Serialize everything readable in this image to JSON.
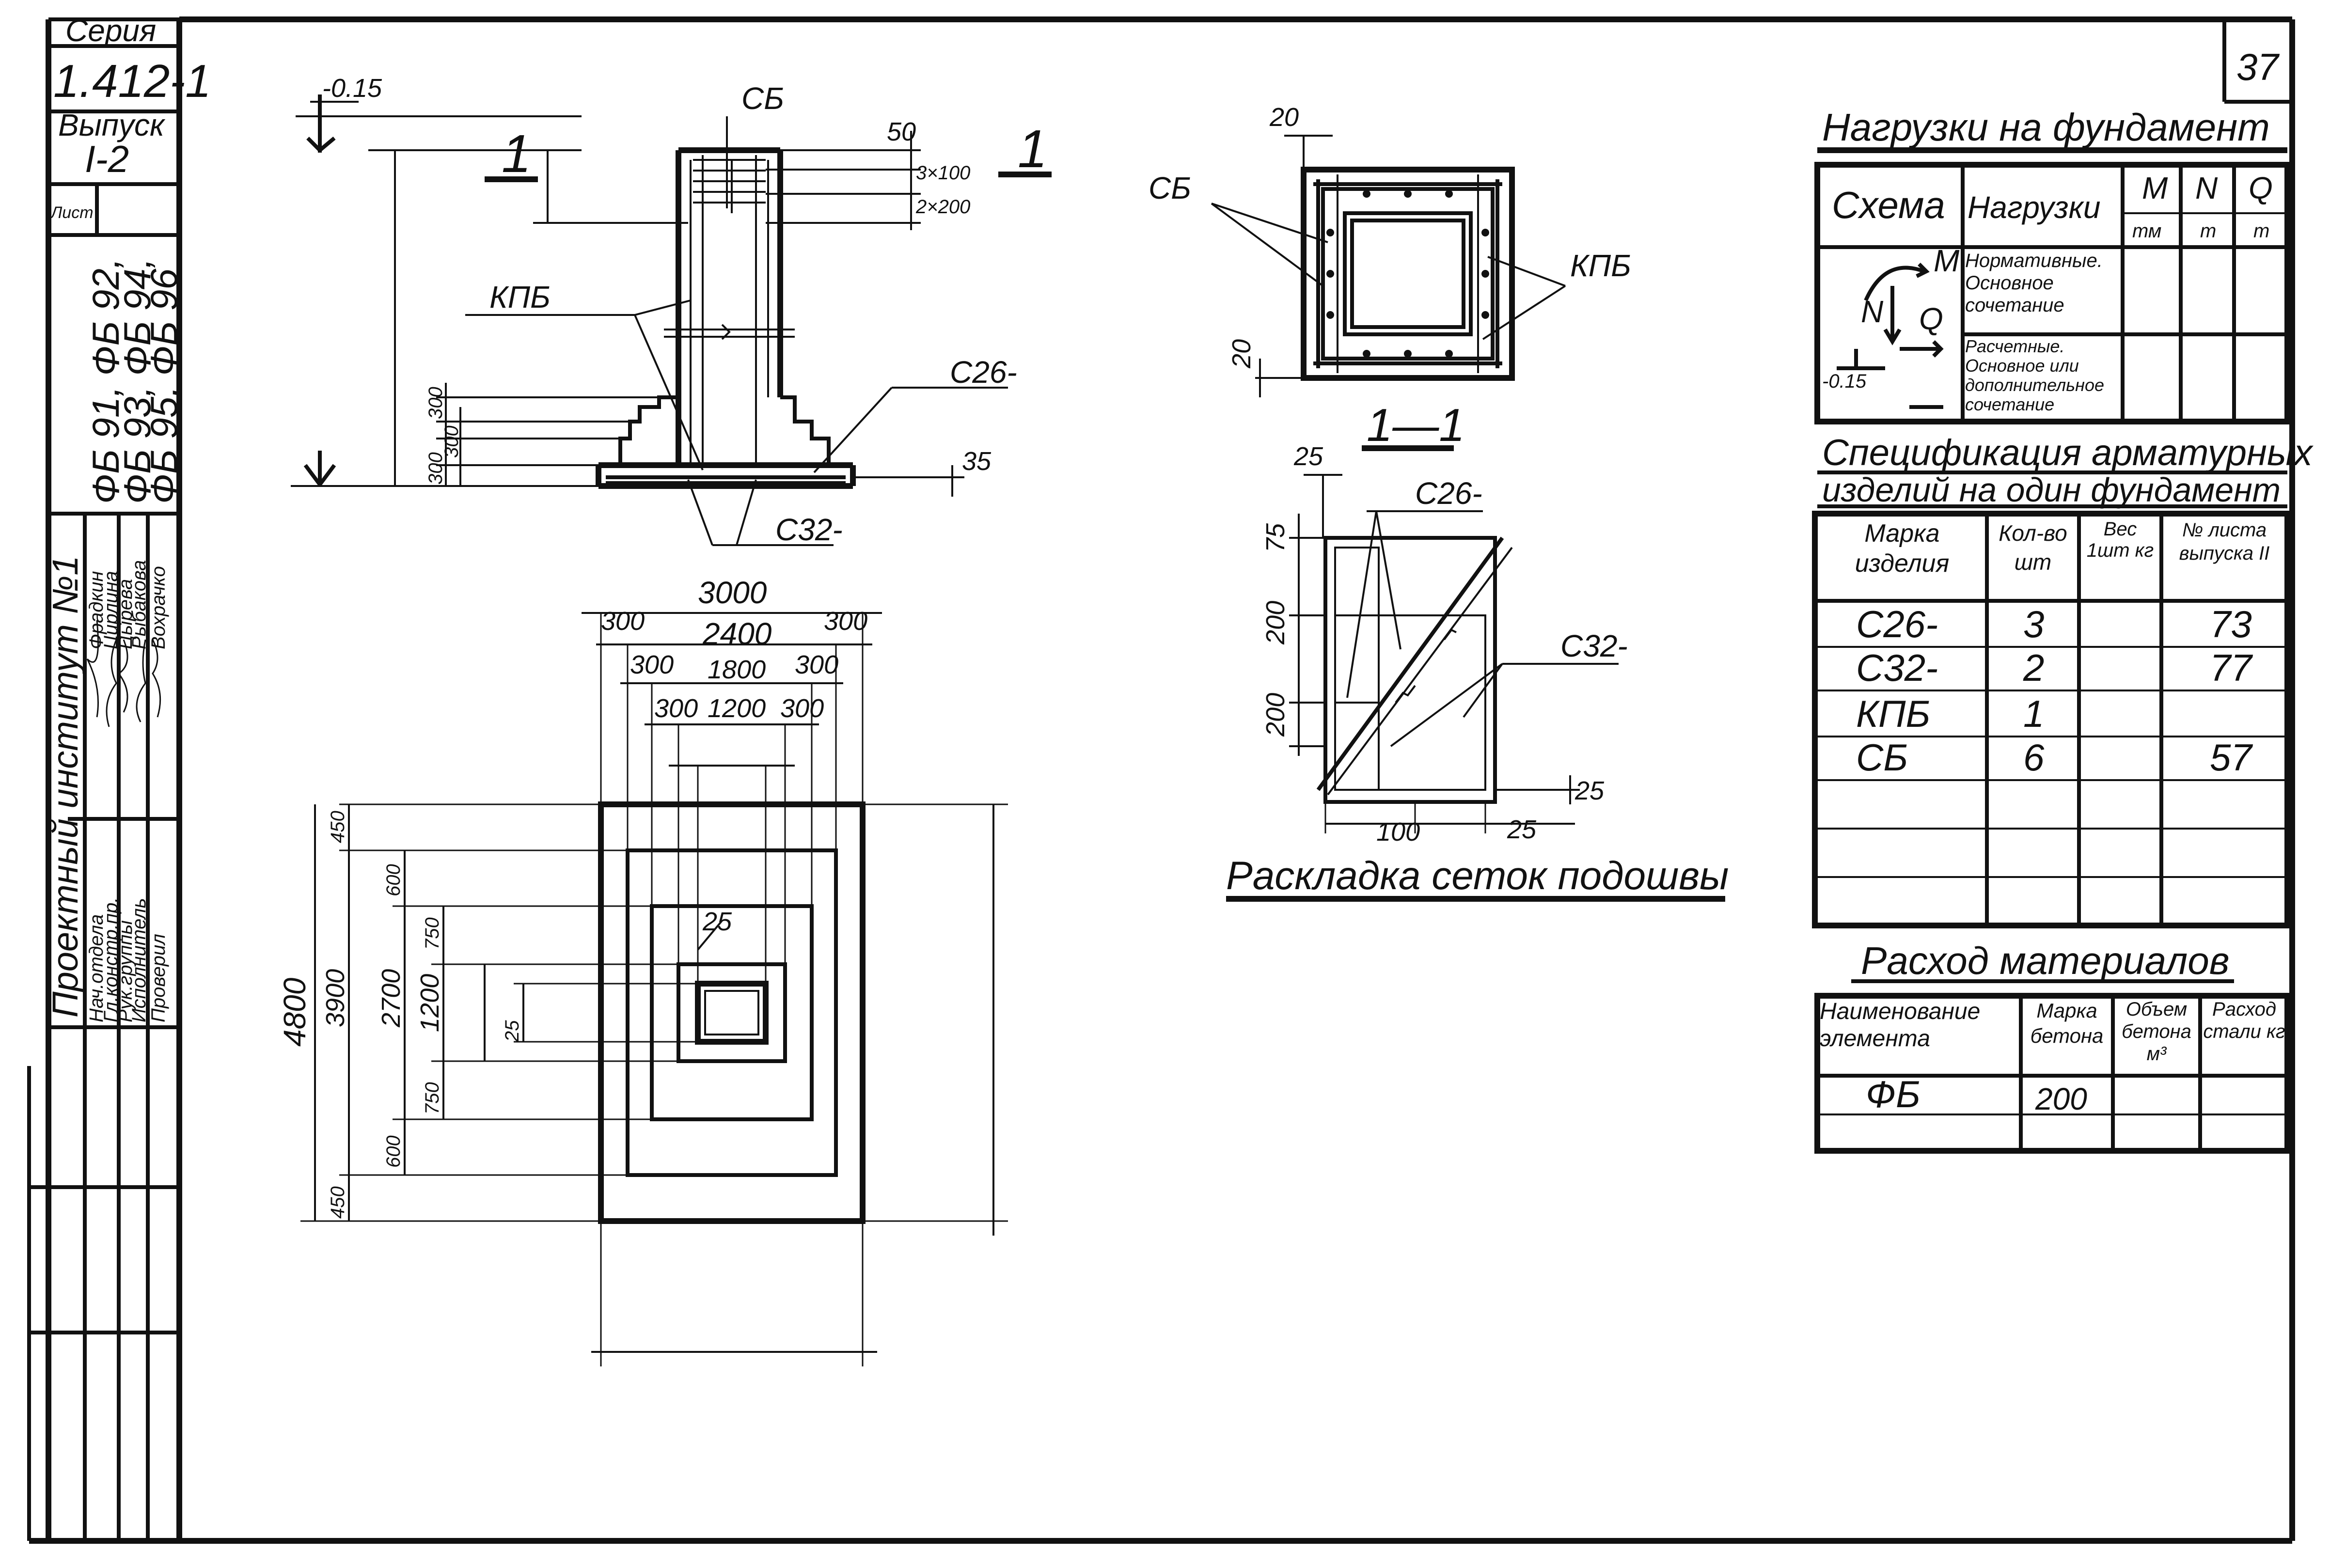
{
  "title_block": {
    "series_label": "Серия",
    "series_value": "1.412-1",
    "issue_label": "Выпуск",
    "issue_value": "I-2",
    "sheet_label": "Лист",
    "products": [
      "ФБ 91, ФБ 92,",
      "ФБ 93, ФБ 94,",
      "ФБ 95, ФБ 96"
    ],
    "institute": "Проектный институт №1",
    "roles": [
      "Нач.отдела",
      "Гл.констр.пр.",
      "Рук.группы",
      "Исполнитель",
      "Проверил"
    ],
    "names": [
      "Фрадкин",
      "Цирлина",
      "Цырева",
      "Рыбакова",
      "Вохрачко"
    ]
  },
  "sheet_number": "37",
  "elevation": {
    "level_mark": "-0.15",
    "section_mark": "1",
    "labels": {
      "sb": "СБ",
      "kpb": "КПБ",
      "c26": "С26-",
      "c32": "С32-"
    },
    "dims": {
      "top_offset": "50",
      "spacing1": "3×100",
      "spacing2": "2×200",
      "step1": "300",
      "step2": "300",
      "step3": "300",
      "bottom": "35"
    }
  },
  "plan": {
    "width_total": "3000",
    "w_row1": [
      "300",
      "2400",
      "300"
    ],
    "w_row2": [
      "300",
      "1800",
      "300"
    ],
    "w_row3": [
      "300",
      "1200",
      "300"
    ],
    "height_total": "4800",
    "h_mid": "3900",
    "h_outer": [
      "450",
      "450"
    ],
    "h_inner": "2700",
    "h_steps": [
      "600",
      "600"
    ],
    "h_core": "1200",
    "h_core_steps": [
      "750",
      "750"
    ],
    "gap_a": "25",
    "gap_b": "25"
  },
  "section_plan": {
    "labels": {
      "sb": "СБ",
      "kpb": "КПБ"
    },
    "dims": {
      "top": "20",
      "left": "20"
    },
    "title": "1—1"
  },
  "mesh_detail": {
    "labels": {
      "c26": "С26-",
      "c32": "С32-"
    },
    "dims": {
      "top": "25",
      "d1": "75",
      "d2": "200",
      "d3": "200",
      "right": "25",
      "bottom1": "100",
      "bottom2": "25"
    },
    "title": "Раскладка сеток подошвы"
  },
  "loads_table": {
    "title": "Нагрузки на фундамент",
    "headers": [
      "Схема",
      "Нагрузки",
      "M",
      "N",
      "Q"
    ],
    "units": [
      "тм",
      "т",
      "т"
    ],
    "rows": [
      "Нормативные. Основное сочетание",
      "Расчетные. Основное или дополнительное сочетание"
    ],
    "scheme_labels": {
      "m": "M",
      "n": "N",
      "q": "Q",
      "level": "-0.15"
    }
  },
  "spec_table": {
    "title_line1": "Спецификация арматурных",
    "title_line2": "изделий на один фундамент",
    "headers": [
      "Марка изделия",
      "Кол-во шт",
      "Вес 1шт кг",
      "№ листа выпуска II"
    ],
    "rows": [
      {
        "mark": "С26-",
        "qty": "3",
        "weight": "",
        "sheet": "73"
      },
      {
        "mark": "С32-",
        "qty": "2",
        "weight": "",
        "sheet": "77"
      },
      {
        "mark": "КПБ",
        "qty": "1",
        "weight": "",
        "sheet": ""
      },
      {
        "mark": "СБ",
        "qty": "6",
        "weight": "",
        "sheet": "57"
      }
    ]
  },
  "materials_table": {
    "title": "Расход материалов",
    "headers": [
      "Наименование элемента",
      "Марка бетона",
      "Объем бетона м³",
      "Расход стали кг"
    ],
    "rows": [
      {
        "element": "ФБ",
        "grade": "200",
        "volume": "",
        "steel": ""
      }
    ]
  }
}
